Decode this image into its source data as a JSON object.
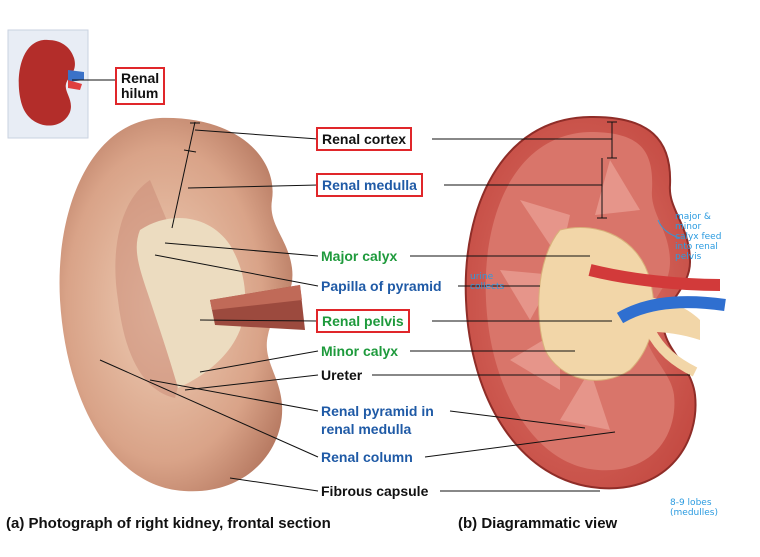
{
  "labels": {
    "renal_hilum": [
      "Renal",
      "hilum"
    ],
    "renal_cortex": "Renal cortex",
    "renal_medulla": "Renal medulla",
    "major_calyx": "Major calyx",
    "papilla_of_pyramid": "Papilla of pyramid",
    "renal_pelvis": "Renal pelvis",
    "minor_calyx": "Minor calyx",
    "ureter": "Ureter",
    "renal_pyramid": [
      "Renal pyramid in",
      "renal medulla"
    ],
    "renal_column": "Renal column",
    "fibrous_capsule": "Fibrous capsule"
  },
  "captions": {
    "a_tag": "(a)",
    "a_text": "Photograph of right kidney, frontal section",
    "b_tag": "(b)",
    "b_text": "Diagrammatic view"
  },
  "handwritten": {
    "urine_collects": [
      "urine",
      "collects"
    ],
    "calyx_note": [
      "major &",
      "minor",
      "calyx feed",
      "into renal",
      "pelvis"
    ],
    "lobes_note": [
      "8-9 lobes",
      "(medulles)"
    ]
  },
  "colors": {
    "label_blue": "#1f5aa6",
    "label_green": "#1e9a3c",
    "label_black": "#111111",
    "highlight_box": "#e0262a",
    "handwriting": "#2b9be0",
    "kidney_cortex": "#c9504a",
    "pyramid": "#d8867c",
    "pelvis": "#f2d6a8",
    "artery": "#d23a3a",
    "vein": "#2f6fd0"
  }
}
